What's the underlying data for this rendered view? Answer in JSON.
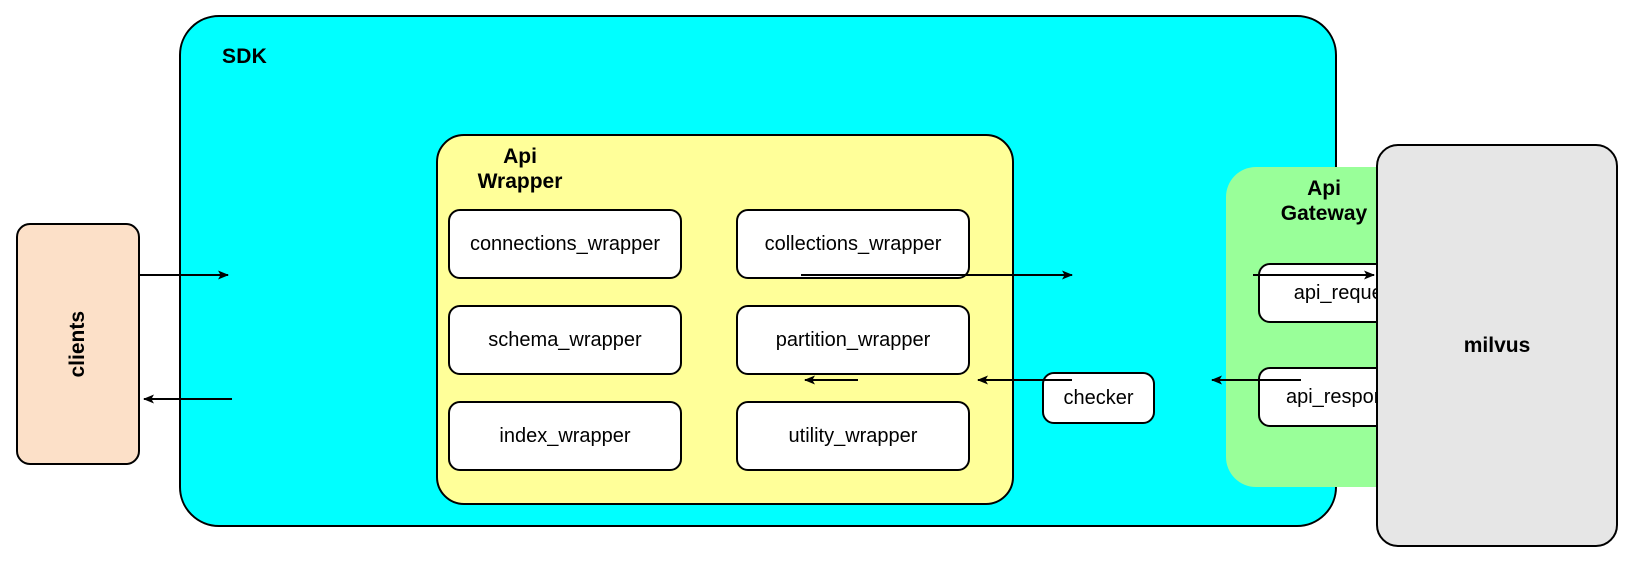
{
  "diagram": {
    "title_nodes": {
      "sdk": "SDK",
      "api_wrapper": "Api\nWrapper",
      "api_wrapper_line1": "Api",
      "api_wrapper_line2": "Wrapper",
      "api_gateway_line1": "Api",
      "api_gateway_line2": "Gateway"
    },
    "colors": {
      "sdk_fill": "#00ffff",
      "api_wrapper_fill": "#ffff99",
      "api_gateway_fill": "#99ff99",
      "clients_fill": "#fce0c8",
      "milvus_fill": "#e6e6e6",
      "leaf_fill": "#ffffff",
      "stroke": "#000000",
      "page_background": "#ffffff"
    },
    "external_nodes": [
      {
        "id": "clients",
        "label": "clients",
        "orientation": "vertical"
      },
      {
        "id": "milvus",
        "label": "milvus",
        "orientation": "horizontal"
      }
    ],
    "api_wrapper_modules": [
      {
        "id": "connections_wrapper",
        "label": "connections_wrapper"
      },
      {
        "id": "collections_wrapper",
        "label": "collections_wrapper"
      },
      {
        "id": "schema_wrapper",
        "label": "schema_wrapper"
      },
      {
        "id": "partition_wrapper",
        "label": "partition_wrapper"
      },
      {
        "id": "index_wrapper",
        "label": "index_wrapper"
      },
      {
        "id": "utility_wrapper",
        "label": "utility_wrapper"
      }
    ],
    "api_gateway_modules": [
      {
        "id": "api_request",
        "label": "api_request"
      },
      {
        "id": "api_response",
        "label": "api_response"
      }
    ],
    "standalone_nodes": [
      {
        "id": "checker",
        "label": "checker"
      }
    ],
    "edges": [
      {
        "from": "clients",
        "to": "api_wrapper",
        "direction": "right"
      },
      {
        "from": "api_wrapper",
        "to": "api_request",
        "direction": "right"
      },
      {
        "from": "api_request",
        "to": "milvus",
        "direction": "right"
      },
      {
        "from": "milvus",
        "to": "api_response",
        "direction": "left"
      },
      {
        "from": "api_response",
        "to": "checker",
        "direction": "left"
      },
      {
        "from": "checker",
        "to": "api_wrapper",
        "direction": "left"
      },
      {
        "from": "api_wrapper",
        "to": "clients",
        "direction": "left"
      }
    ]
  }
}
